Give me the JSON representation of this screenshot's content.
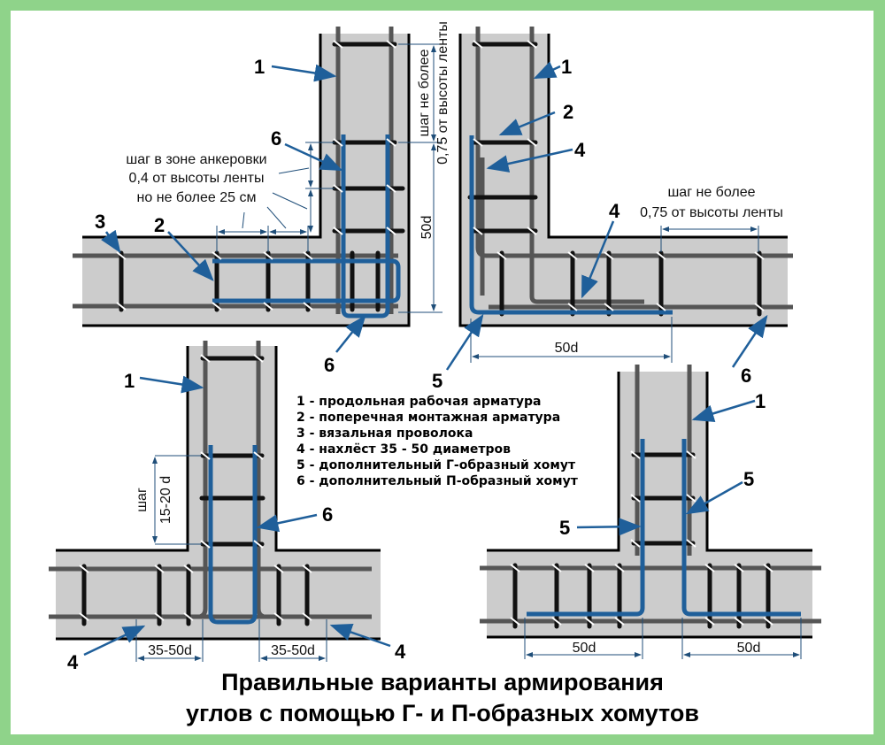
{
  "title": {
    "line1": "Правильные варианты армирования",
    "line2": "углов с помощью Г- и П-образных хомутов"
  },
  "legend": [
    "1 - продольная рабочая арматура",
    "2 - поперечная монтажная арматура",
    "3 - вязальная проволока",
    "4 - нахлёст 35 - 50 диаметров",
    "5 - дополнительный Г-образный хомут",
    "6 - дополнительный П-образный хомут"
  ],
  "colors": {
    "border": "#8fd38a",
    "concrete": "#cccccc",
    "rebar": "#5a5a5a",
    "stirrup": "#111111",
    "clamp": "#1f5f9a",
    "dimension": "#1f4e79"
  },
  "diagram_top_left": {
    "callouts": [
      "1",
      "6",
      "3",
      "2",
      "6"
    ],
    "note_anchoring": [
      "шаг в зоне анкеровки",
      "0,4 от высоты ленты",
      "но не более 25 см"
    ],
    "dim_vertical_step": [
      "шаг не более",
      "0,75 от высоты ленты"
    ],
    "dim_50d": "50d"
  },
  "diagram_top_right": {
    "callouts": [
      "1",
      "2",
      "4",
      "4",
      "5",
      "6"
    ],
    "note_step": [
      "шаг не более",
      "0,75 от высоты ленты"
    ],
    "dim_50d": "50d"
  },
  "diagram_bottom_left": {
    "callouts": [
      "1",
      "6",
      "4",
      "4"
    ],
    "dim_step": [
      "шаг",
      "15-20 d"
    ],
    "dim_lap_left": "35-50d",
    "dim_lap_right": "35-50d"
  },
  "diagram_bottom_right": {
    "callouts": [
      "1",
      "5",
      "5"
    ],
    "dim_left": "50d",
    "dim_right": "50d"
  }
}
